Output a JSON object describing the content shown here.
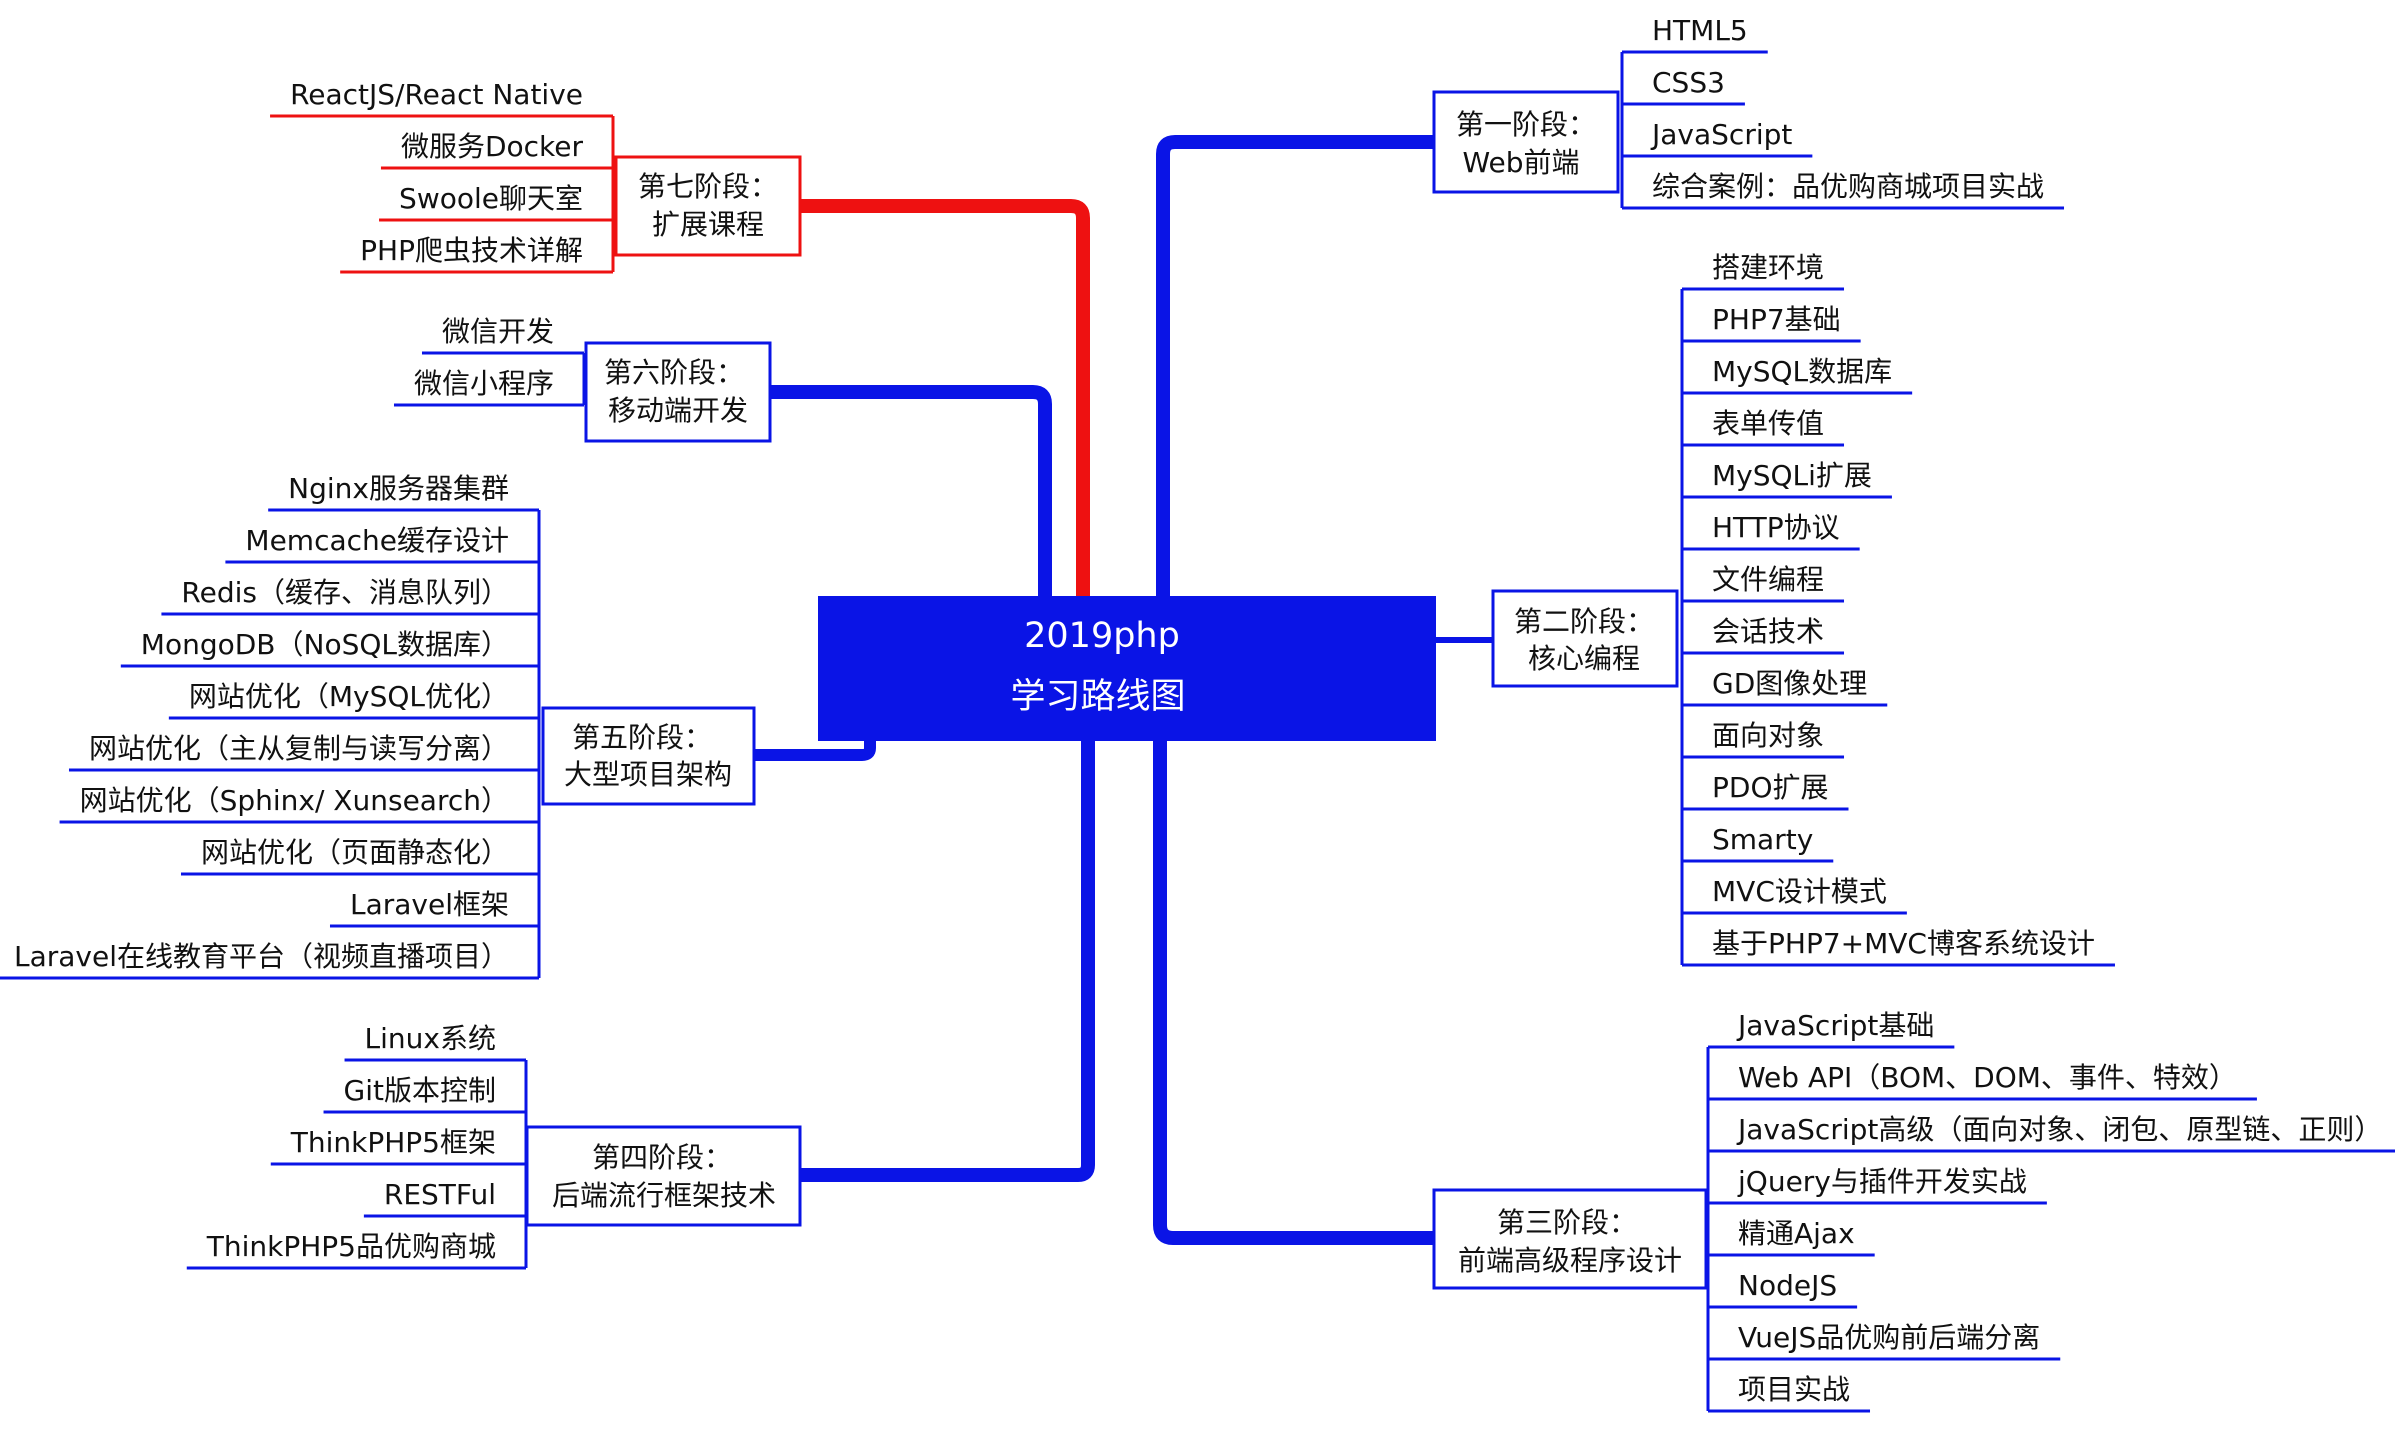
{
  "colors": {
    "main": "#0a14e6",
    "extension": "#ee1111",
    "center_text": "#ffffff",
    "text": "#111111",
    "background": "#ffffff"
  },
  "center": {
    "line1": "2019php",
    "line2": "学习路线图"
  },
  "stages": [
    {
      "key": "s1",
      "title_line1": "第一阶段：",
      "title_line2": "Web前端",
      "color": "main",
      "items": [
        "HTML5",
        "CSS3",
        "JavaScript",
        "综合案例：品优购商城项目实战"
      ]
    },
    {
      "key": "s2",
      "title_line1": "第二阶段：",
      "title_line2": "核心编程",
      "color": "main",
      "items": [
        "搭建环境",
        "PHP7基础",
        "MySQL数据库",
        "表单传值",
        "MySQLi扩展",
        "HTTP协议",
        "文件编程",
        "会话技术",
        "GD图像处理",
        "面向对象",
        "PDO扩展",
        "Smarty",
        "MVC设计模式",
        "基于PHP7+MVC博客系统设计"
      ]
    },
    {
      "key": "s3",
      "title_line1": "第三阶段：",
      "title_line2": "前端高级程序设计",
      "color": "main",
      "items": [
        "JavaScript基础",
        "Web API（BOM、DOM、事件、特效）",
        "JavaScript高级（面向对象、闭包、原型链、正则）",
        "jQuery与插件开发实战",
        "精通Ajax",
        "NodeJS",
        "VueJS品优购前后端分离",
        "项目实战"
      ]
    },
    {
      "key": "s4",
      "title_line1": "第四阶段：",
      "title_line2": "后端流行框架技术",
      "color": "main",
      "items": [
        "Linux系统",
        "Git版本控制",
        "ThinkPHP5框架",
        "RESTFul",
        "ThinkPHP5品优购商城"
      ]
    },
    {
      "key": "s5",
      "title_line1": "第五阶段：",
      "title_line2": "大型项目架构",
      "color": "main",
      "items": [
        "Nginx服务器集群",
        "Memcache缓存设计",
        "Redis（缓存、消息队列）",
        "MongoDB（NoSQL数据库）",
        "网站优化（MySQL优化）",
        "网站优化（主从复制与读写分离）",
        "网站优化（Sphinx/ Xunsearch）",
        "网站优化（页面静态化）",
        "Laravel框架",
        "Laravel在线教育平台（视频直播项目）"
      ]
    },
    {
      "key": "s6",
      "title_line1": "第六阶段：",
      "title_line2": "移动端开发",
      "color": "main",
      "items": [
        "微信开发",
        "微信小程序"
      ]
    },
    {
      "key": "s7",
      "title_line1": "第七阶段：",
      "title_line2": "扩展课程",
      "color": "extension",
      "items": [
        "ReactJS/React Native",
        "微服务Docker",
        "Swoole聊天室",
        "PHP爬虫技术详解"
      ]
    }
  ]
}
